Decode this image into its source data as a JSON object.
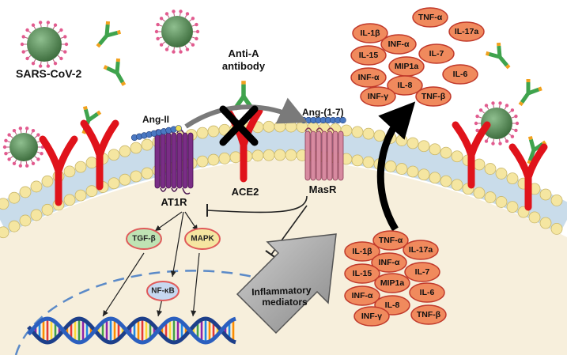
{
  "labels": {
    "virus": "SARS-CoV-2",
    "antibody_line1": "Anti-A",
    "antibody_line2": "antibody",
    "ang2": "Ang-II",
    "ang17": "Ang-(1-7)",
    "at1r": "AT1R",
    "ace2": "ACE2",
    "masr": "MasR",
    "tgfb": "TGF-β",
    "mapk": "MAPK",
    "nfkb": "NF-κB",
    "inflam_line1": "Inflammatory",
    "inflam_line2": "mediators"
  },
  "cytokines_top": [
    "TNF-α",
    "IL-1β",
    "IL-17a",
    "INF-α",
    "IL-15",
    "IL-7",
    "MIP1a",
    "INF-α",
    "IL-6",
    "IL-8",
    "INF-γ",
    "TNF-β"
  ],
  "cytokines_bottom": [
    "TNF-α",
    "IL-1β",
    "IL-17a",
    "INF-α",
    "IL-15",
    "IL-7",
    "MIP1a",
    "INF-α",
    "IL-6",
    "IL-8",
    "INF-γ",
    "TNF-β"
  ],
  "colors": {
    "membrane_head": "#f5e6a1",
    "membrane_tail": "#c9dcea",
    "cytoplasm": "#f7efdc",
    "receptor": "#e0131b",
    "at1r": "#7a2d86",
    "masr": "#d78aa0",
    "cytokine_fill": "#f08a5d",
    "cytokine_stroke": "#c0392b",
    "virus_body": "#5a8a5a",
    "virus_spike": "#e25b8f",
    "peptide": "#4a78c2",
    "antibody_green": "#3fa34d",
    "antibody_orange": "#f1a11e"
  }
}
